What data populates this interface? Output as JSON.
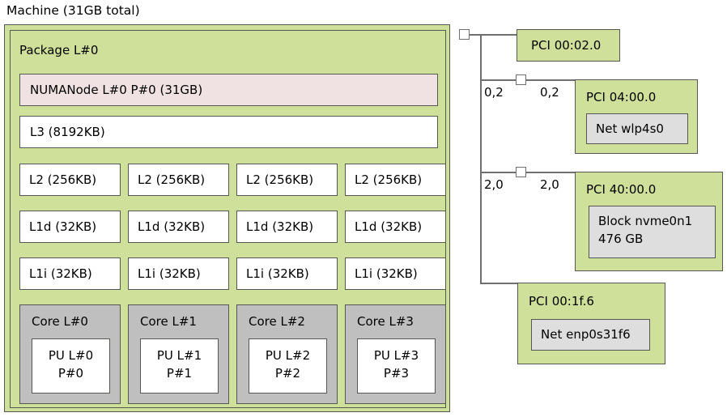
{
  "machine": {
    "title": "Machine (31GB total)",
    "package": {
      "title": "Package L#0",
      "numanode": "NUMANode L#0 P#0 (31GB)",
      "l3": "L3 (8192KB)",
      "l2": [
        "L2 (256KB)",
        "L2 (256KB)",
        "L2 (256KB)",
        "L2 (256KB)"
      ],
      "l1d": [
        "L1d (32KB)",
        "L1d (32KB)",
        "L1d (32KB)",
        "L1d (32KB)"
      ],
      "l1i": [
        "L1i (32KB)",
        "L1i (32KB)",
        "L1i (32KB)",
        "L1i (32KB)"
      ],
      "cores": [
        {
          "title": "Core L#0",
          "pu_line1": "PU L#0",
          "pu_line2": "P#0"
        },
        {
          "title": "Core L#1",
          "pu_line1": "PU L#1",
          "pu_line2": "P#1"
        },
        {
          "title": "Core L#2",
          "pu_line1": "PU L#2",
          "pu_line2": "P#2"
        },
        {
          "title": "Core L#3",
          "pu_line1": "PU L#3",
          "pu_line2": "P#3"
        }
      ]
    }
  },
  "io": {
    "devices": [
      {
        "title": "PCI 00:02.0",
        "child": null,
        "child2": null
      },
      {
        "title": "PCI 04:00.0",
        "child": "Net wlp4s0",
        "child2": null
      },
      {
        "title": "PCI 40:00.0",
        "child": "Block nvme0n1",
        "child2": "476 GB"
      },
      {
        "title": "PCI 00:1f.6",
        "child": "Net enp0s31f6",
        "child2": null
      }
    ],
    "bandwidth_labels": [
      {
        "left": "0,2",
        "right": "0,2"
      },
      {
        "left": "2,0",
        "right": "2,0"
      }
    ]
  },
  "colors": {
    "machine_bg": "#cfe09a",
    "package_bg": "#cfe09a",
    "numanode_bg": "#f0e2e2",
    "cache_bg": "#ffffff",
    "core_bg": "#bfbfbf",
    "pu_bg": "#ffffff",
    "pci_bg": "#cfe09a",
    "osdev_bg": "#dedede",
    "border": "#555753",
    "wire": "#6f6f6f"
  }
}
